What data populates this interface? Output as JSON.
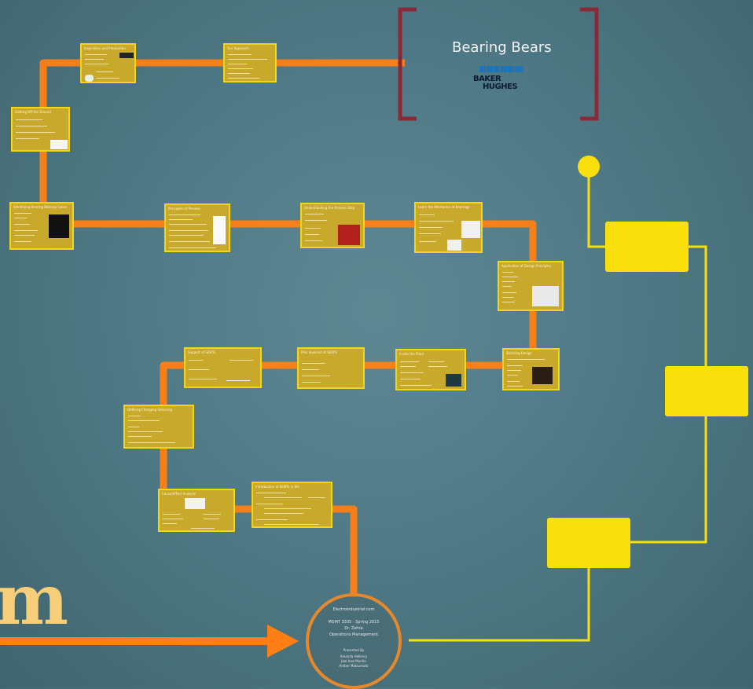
{
  "title": "Bearing Bears",
  "logo": {
    "line1": "BAKER",
    "line2": "HUGHES"
  },
  "big_letter": "m",
  "cards": [
    {
      "id": "c1",
      "title": "Inspiration and Prevention"
    },
    {
      "id": "c2",
      "title": "Our Approach"
    },
    {
      "id": "c3",
      "title": "Getting Off the Ground"
    },
    {
      "id": "c4",
      "title": "Identifying Bearing Bearing Cases"
    },
    {
      "id": "c5",
      "title": "Principles of Process"
    },
    {
      "id": "c6",
      "title": "Understanding the Process Stop"
    },
    {
      "id": "c7",
      "title": "Learn the Mechanics of Bearings"
    },
    {
      "id": "c8",
      "title": "Application of Design Principles"
    },
    {
      "id": "c9",
      "title": "Support of SEWTs"
    },
    {
      "id": "c10",
      "title": "Pros Involved of SEWTs"
    },
    {
      "id": "c11",
      "title": "Inside the Plant"
    },
    {
      "id": "c12",
      "title": "Stitching Design"
    },
    {
      "id": "c13",
      "title": "Defining Changing Selecting"
    },
    {
      "id": "c14",
      "title": "Cause/Effect Analysis"
    },
    {
      "id": "c15",
      "title": "Introduction of SEWTs in BH"
    }
  ],
  "circle": {
    "l1": "Electroindustrial.com",
    "l2": "MGMT 3335 · Spring 2015",
    "l3": "Dr. Zehra",
    "l4": "Operations Management",
    "l5": "Presented By",
    "l6": "Amanda Hellenry",
    "l7": "Joel Inez Murillo",
    "l8": "Amber Matsumoto"
  },
  "colors": {
    "path": "#ff7f14",
    "card": "#c9a92c",
    "card_border": "#f2d51c",
    "bracket": "#8a2a39",
    "yellow": "#f9e00c",
    "logo_blue": "#1f73b7"
  }
}
